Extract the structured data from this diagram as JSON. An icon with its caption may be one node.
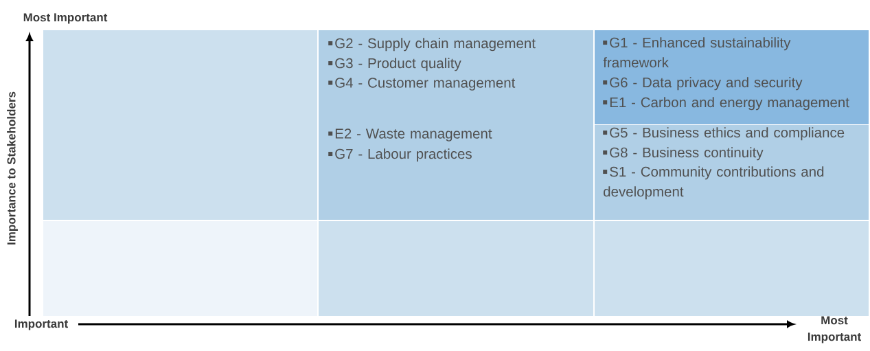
{
  "diagram": {
    "nodes": [
      {
        "text": [],
        "shape": "box"
      },
      {
        "text": [
          "G2 - Supply chain management",
          "G3 - Product quality",
          "G4 - Customer management",
          "E2 - Waste management",
          "G7 - Labour practices"
        ]
      },
      {
        "text": [
          "G1 - Enhanced sustainability framework",
          "G6 - Data privacy and security",
          "E1 - Carbon and energy management"
        ]
      },
      {
        "text": [
          "G5 - Business ethics and compliance",
          "G8 - Business continuity",
          "S1 - Community contributions and development"
        ]
      },
      {
        "text": [],
        "shape": "box"
      },
      {
        "text": [],
        "shape": "box"
      },
      {
        "text": [],
        "shape": "box"
      }
    ],
    "labels": [
      "Most Important",
      "Importance to Stakeholders",
      "Important",
      "Most Important"
    ]
  }
}
